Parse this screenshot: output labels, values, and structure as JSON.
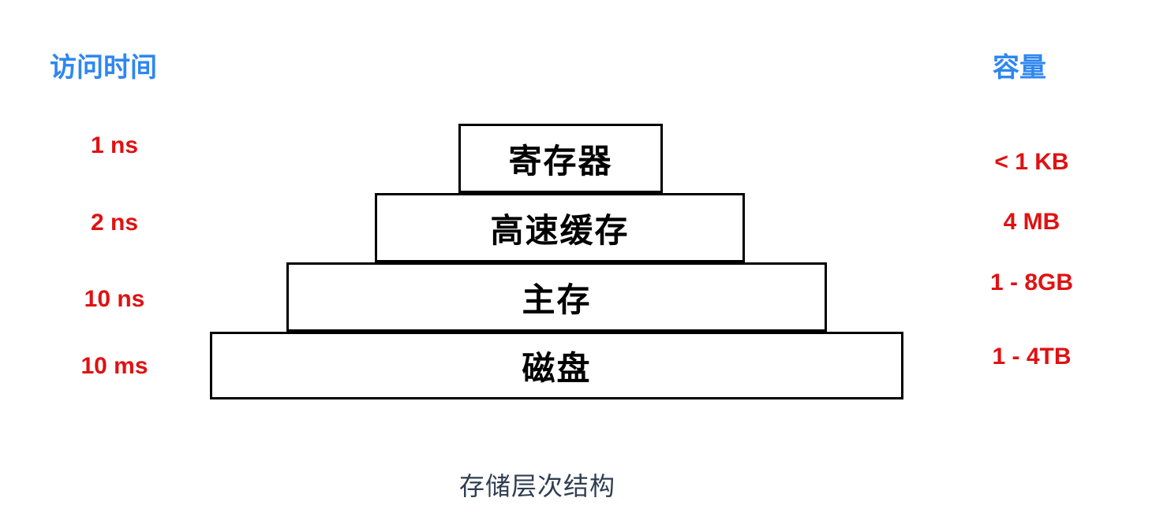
{
  "headers": {
    "access_time": "访问时间",
    "capacity": "容量"
  },
  "levels": [
    {
      "name": "寄存器",
      "access_time": "1 ns",
      "capacity": "< 1 KB"
    },
    {
      "name": "高速缓存",
      "access_time": "2 ns",
      "capacity": "4 MB"
    },
    {
      "name": "主存",
      "access_time": "10 ns",
      "capacity": "1 - 8GB"
    },
    {
      "name": "磁盘",
      "access_time": "10 ms",
      "capacity": "1 - 4TB"
    }
  ],
  "caption": "存储层次结构",
  "colors": {
    "header_blue": "#2e87f0",
    "value_red": "#e01112",
    "caption_dark": "#2f3e52",
    "box_border": "#000000",
    "background": "#ffffff"
  }
}
